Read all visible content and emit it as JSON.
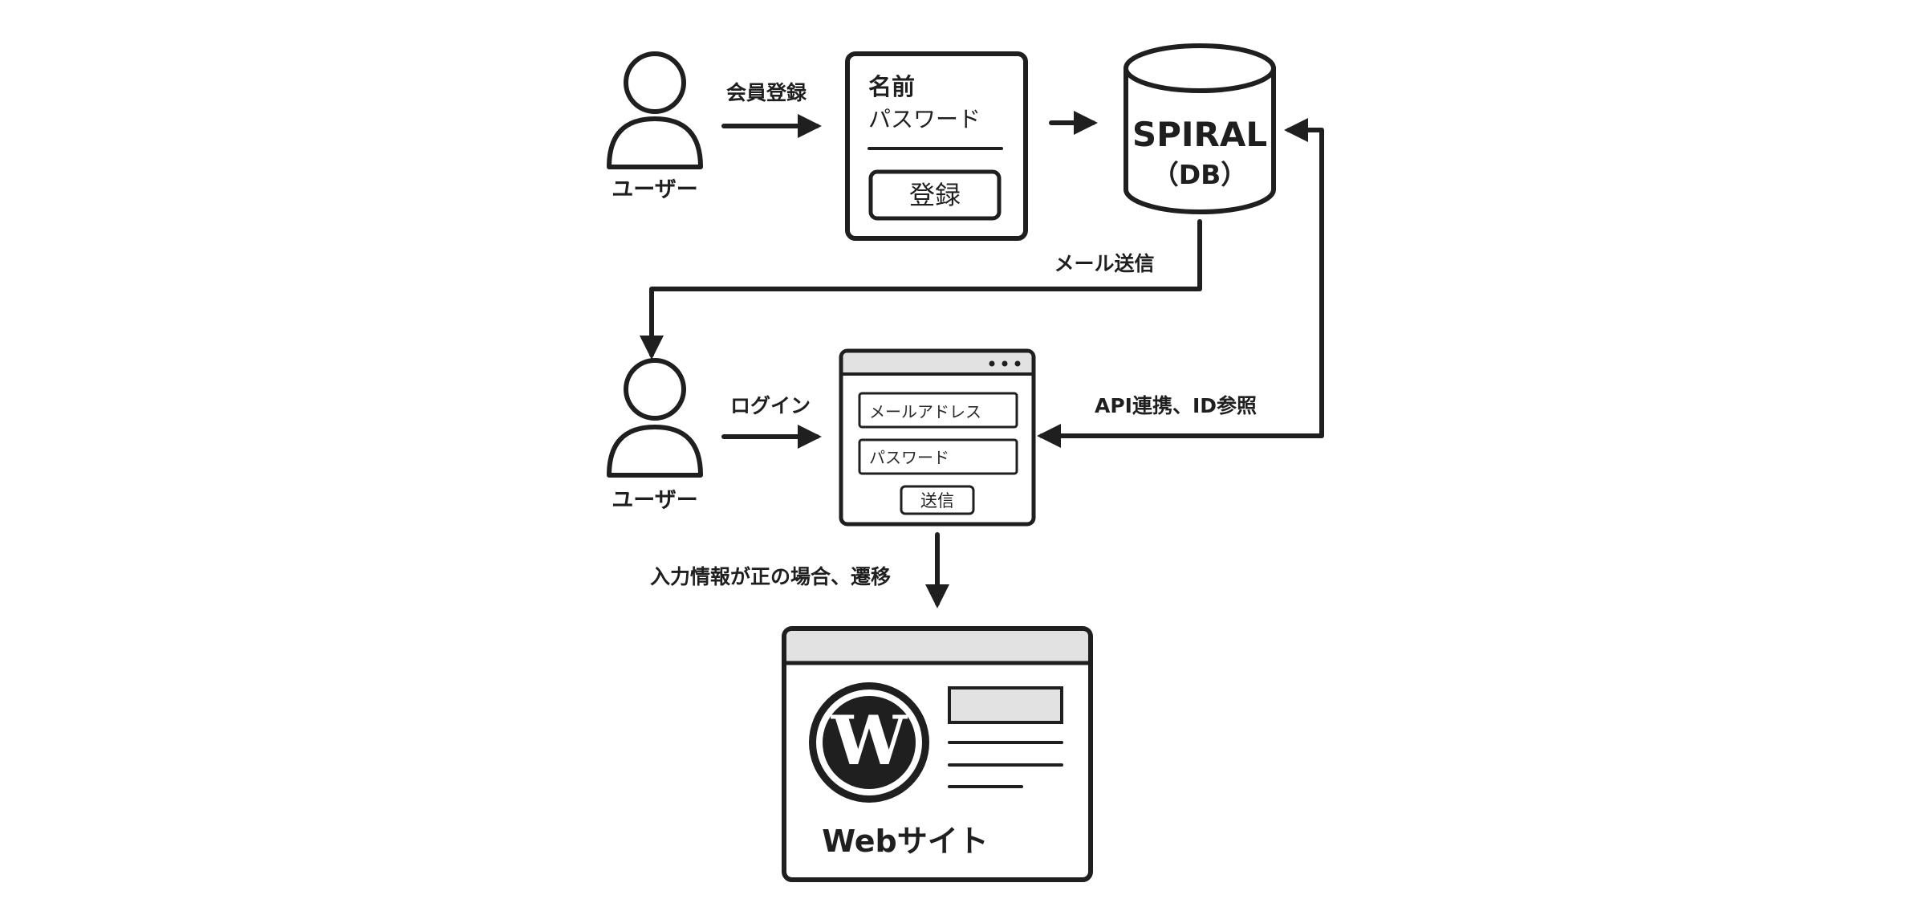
{
  "users": {
    "top": {
      "label": "ユーザー"
    },
    "bottom": {
      "label": "ユーザー"
    }
  },
  "flows": {
    "register": "会員登録",
    "mail": "メール送信",
    "login": "ログイン",
    "api": "API連携、ID参照",
    "transition": "入力情報が正の場合、遷移"
  },
  "register_form": {
    "name_label": "名前",
    "password_label": "パスワード",
    "submit_label": "登録"
  },
  "database": {
    "name": "SPIRAL",
    "type": "（DB）"
  },
  "login_form": {
    "email_placeholder": "メールアドレス",
    "password_placeholder": "パスワード",
    "submit_label": "送信"
  },
  "website": {
    "label": "Webサイト",
    "logo": "wordpress-logo"
  }
}
